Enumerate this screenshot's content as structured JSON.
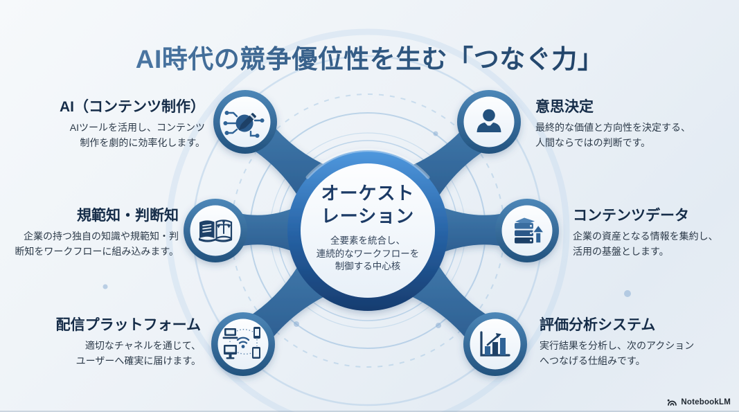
{
  "title": "AI時代の競争優位性を生む「つなぐ力」",
  "center": {
    "heading_line1": "オーケスト",
    "heading_line2": "レーション",
    "description_lines": [
      "全要素を統合し、",
      "連続的なワークフローを",
      "制御する中心核"
    ]
  },
  "nodes": [
    {
      "id": "ai-content",
      "heading": "AI（コンテンツ制作）",
      "description_lines": [
        "AIツールを活用し、コンテンツ",
        "制作を劇的に効率化します。"
      ],
      "icon": "ai-pencil-circuit-icon",
      "position": "top-left"
    },
    {
      "id": "knowledge",
      "heading": "規範知・判断知",
      "description_lines": [
        "企業の持つ独自の知識や規範知・判",
        "断知をワークフローに組み込みます。"
      ],
      "icon": "book-scales-icon",
      "position": "middle-left"
    },
    {
      "id": "distribution",
      "heading": "配信プラットフォーム",
      "description_lines": [
        "適切なチャネルを通じて、",
        "ユーザーへ確実に届けます。"
      ],
      "icon": "connected-devices-icon",
      "position": "bottom-left"
    },
    {
      "id": "decision",
      "heading": "意思決定",
      "description_lines": [
        "最終的な価値と方向性を決定する、",
        "人間ならではの判断です。"
      ],
      "icon": "business-person-icon",
      "position": "top-right"
    },
    {
      "id": "content-data",
      "heading": "コンテンツデータ",
      "description_lines": [
        "企業の資産となる情報を集約し、",
        "活用の基盤とします。"
      ],
      "icon": "database-upload-icon",
      "position": "middle-right"
    },
    {
      "id": "analytics",
      "heading": "評価分析システム",
      "description_lines": [
        "実行結果を分析し、次のアクション",
        "へつなげる仕組みです。"
      ],
      "icon": "bar-chart-arrow-icon",
      "position": "bottom-right"
    }
  ],
  "footer": {
    "brand": "NotebookLM",
    "icon": "notebooklm-logo-icon"
  },
  "colors": {
    "title_gradient_start": "#4f7ba8",
    "title_gradient_end": "#1b3a5e",
    "hub_ring_top": "#4f98de",
    "hub_ring_bottom": "#173c6f",
    "satellite_ring_top": "#4d87b8",
    "satellite_ring_bottom": "#24557f",
    "connector_blue": "#2d6092",
    "icon_navy": "#1f4166",
    "heading_text": "#152c48",
    "body_text": "#2c3a49",
    "background_light": "#f6f9fb"
  }
}
